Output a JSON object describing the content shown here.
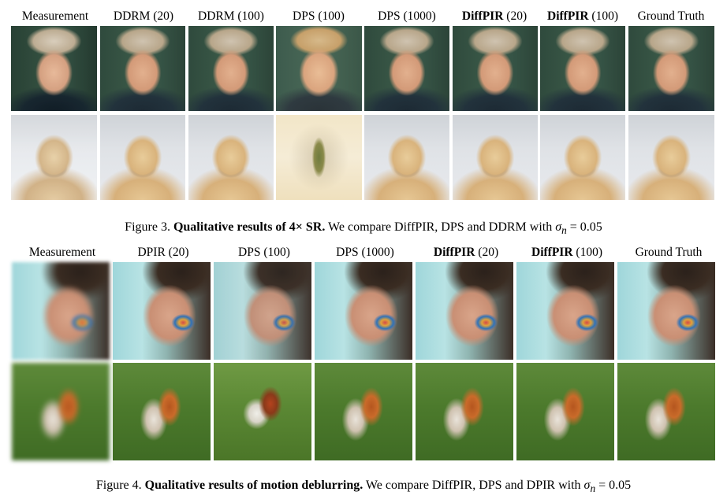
{
  "figure3": {
    "headers": [
      {
        "bold": "",
        "text": "Measurement"
      },
      {
        "bold": "",
        "text": "DDRM (20)"
      },
      {
        "bold": "",
        "text": "DDRM (100)"
      },
      {
        "bold": "",
        "text": "DPS (100)"
      },
      {
        "bold": "",
        "text": "DPS (1000)"
      },
      {
        "bold": "DiffPIR",
        "text": " (20)"
      },
      {
        "bold": "DiffPIR",
        "text": " (100)"
      },
      {
        "bold": "",
        "text": "Ground Truth"
      }
    ],
    "caption": {
      "prefix": "Figure 3. ",
      "bold": "Qualitative results of 4× SR.",
      "rest": " We compare DiffPIR, DPS and DDRM with ",
      "math_symbol": "σ",
      "math_sub": "n",
      "math_value": " = 0.05"
    }
  },
  "figure4": {
    "headers": [
      {
        "bold": "",
        "text": "Measurement"
      },
      {
        "bold": "",
        "text": "DPIR (20)"
      },
      {
        "bold": "",
        "text": "DPS (100)"
      },
      {
        "bold": "",
        "text": "DPS (1000)"
      },
      {
        "bold": "DiffPIR",
        "text": " (20)"
      },
      {
        "bold": "DiffPIR",
        "text": " (100)"
      },
      {
        "bold": "",
        "text": "Ground Truth"
      }
    ],
    "caption": {
      "prefix": "Figure 4. ",
      "bold": "Qualitative results of motion deblurring.",
      "rest": " We compare DiffPIR, DPS and DPIR with ",
      "math_symbol": "σ",
      "math_sub": "n",
      "math_value": " = 0.05"
    }
  }
}
